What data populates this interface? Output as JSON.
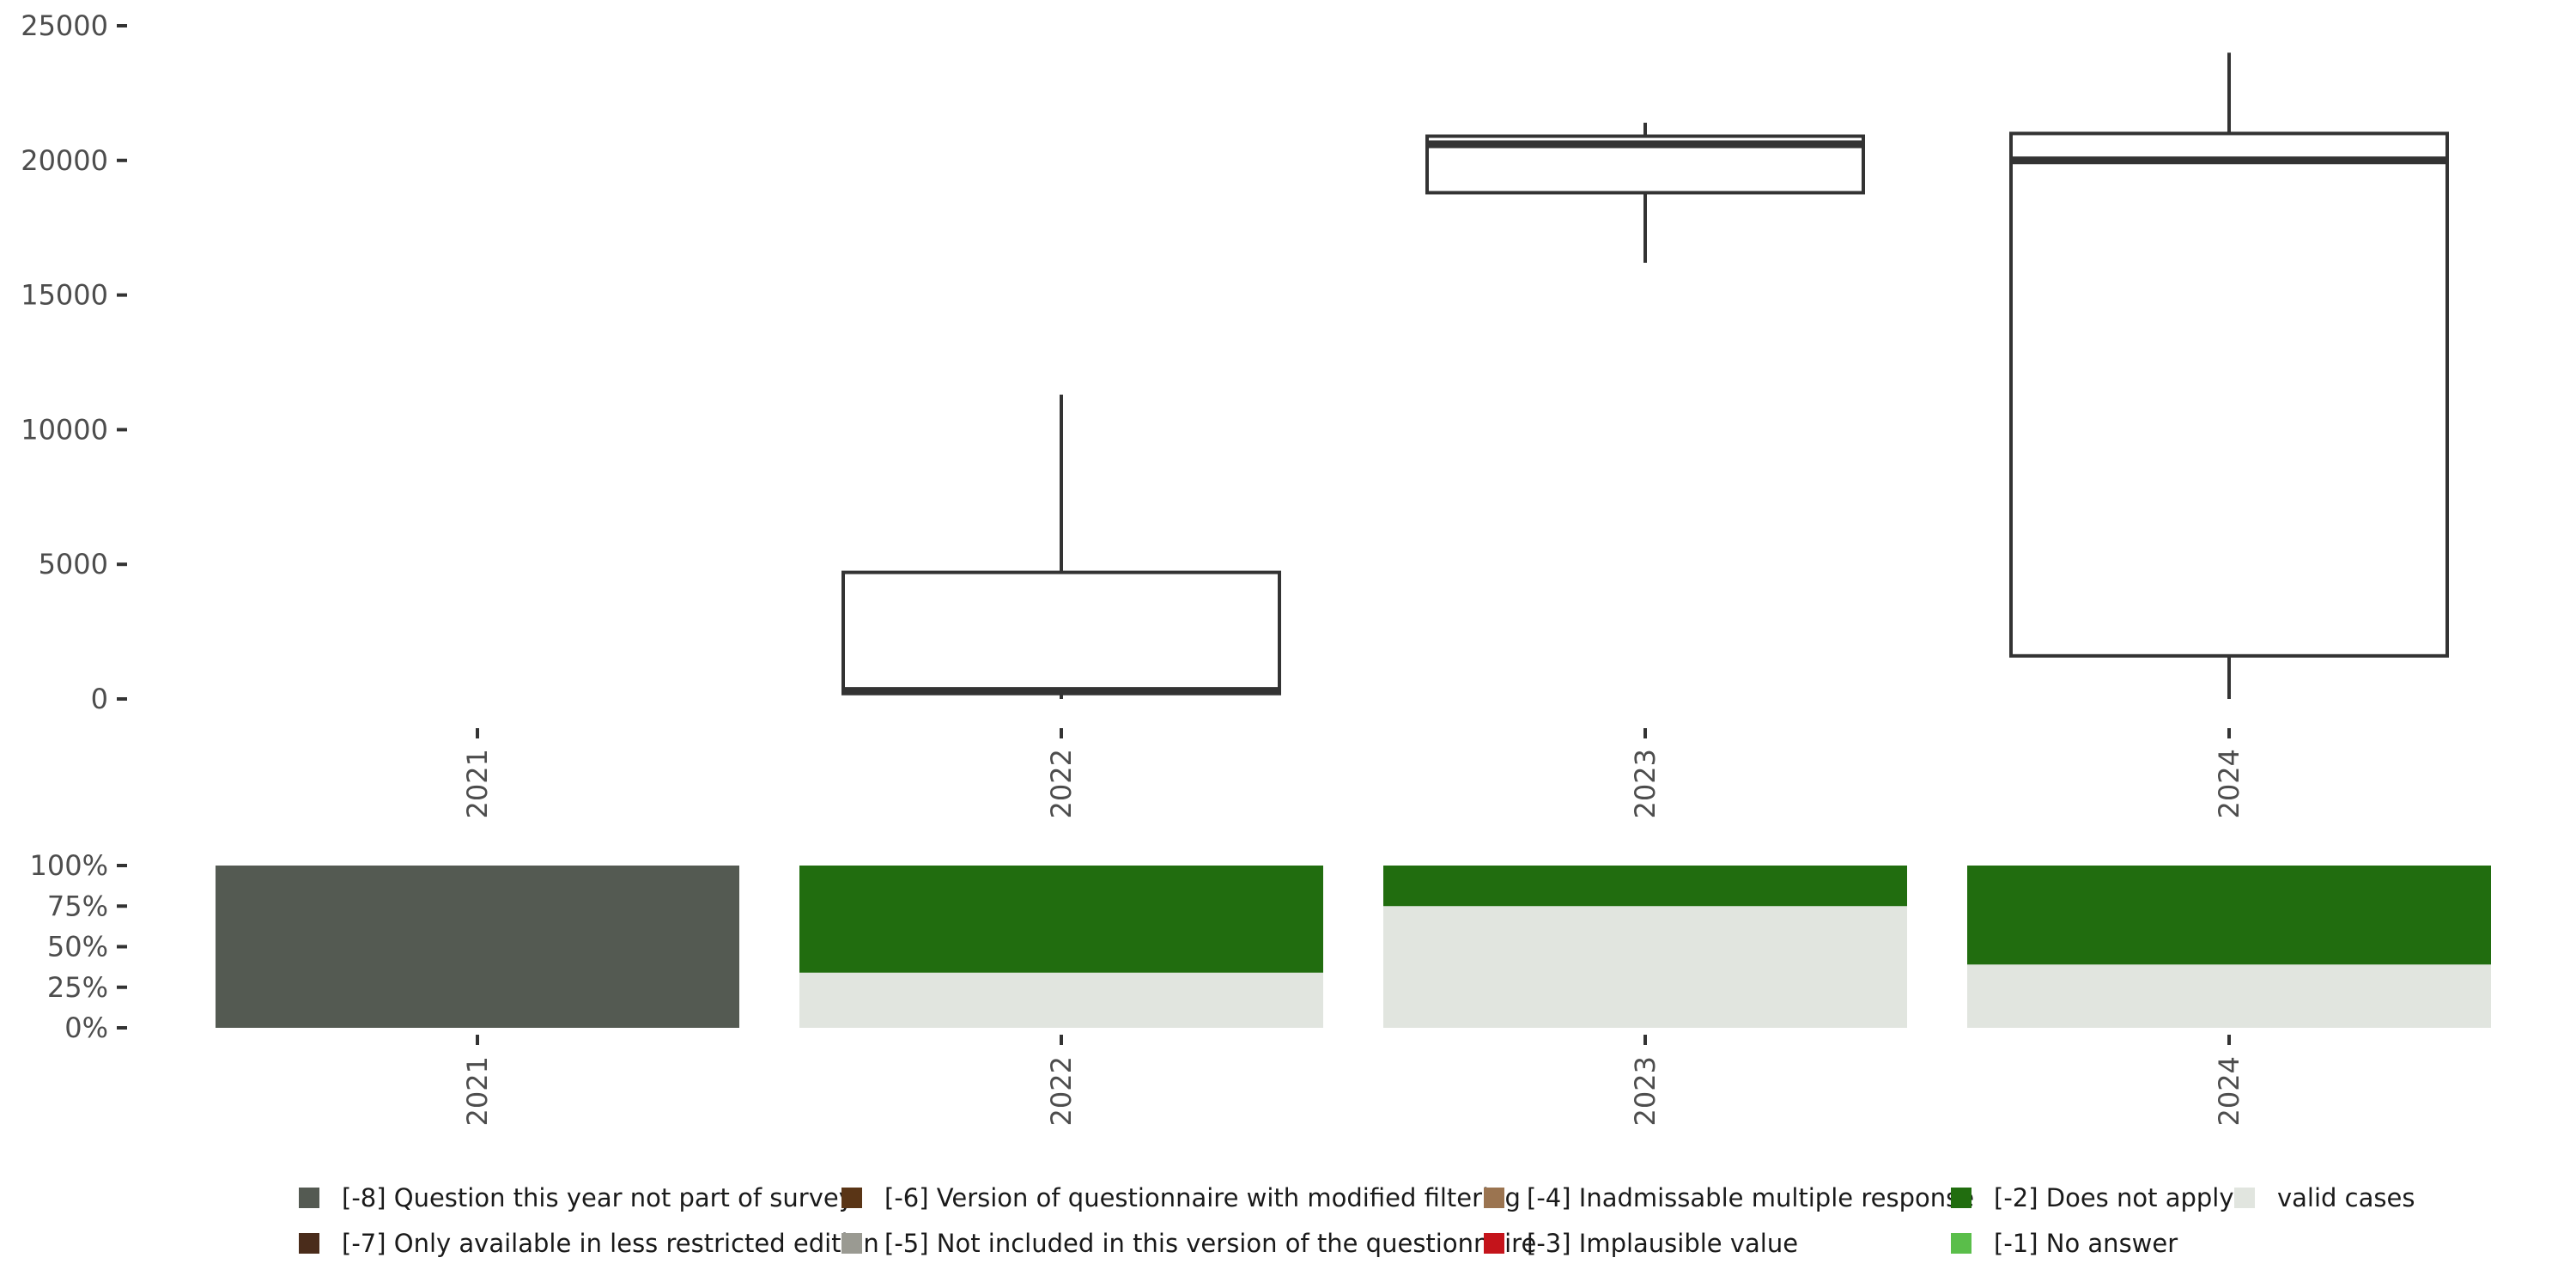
{
  "chart_data": [
    {
      "type": "box",
      "categories": [
        "2021",
        "2022",
        "2023",
        "2024"
      ],
      "ylim": [
        0,
        25000
      ],
      "yticks": [
        0,
        5000,
        10000,
        15000,
        20000,
        25000
      ],
      "ytick_labels": [
        "0",
        "5000",
        "10000",
        "15000",
        "20000",
        "25000"
      ],
      "boxes": [
        null,
        {
          "whisker_low": 0,
          "q1": 200,
          "median": 300,
          "q3": 4700,
          "whisker_high": 11300
        },
        {
          "whisker_low": 16200,
          "q1": 18800,
          "median": 20600,
          "q3": 20900,
          "whisker_high": 21400
        },
        {
          "whisker_low": 0,
          "q1": 1600,
          "median": 20000,
          "q3": 21000,
          "whisker_high": 24000
        }
      ],
      "title": "",
      "xlabel": "",
      "ylabel": ""
    },
    {
      "type": "bar",
      "stacked": true,
      "categories": [
        "2021",
        "2022",
        "2023",
        "2024"
      ],
      "ylim": [
        0,
        100
      ],
      "yticks": [
        0,
        25,
        50,
        75,
        100
      ],
      "ytick_labels": [
        "0%",
        "25%",
        "50%",
        "75%",
        "100%"
      ],
      "series": [
        {
          "name": "[-8] Question this year not part of survey",
          "color": "#545a52",
          "values": [
            100,
            0,
            0,
            0
          ]
        },
        {
          "name": "[-2] Does not apply",
          "color": "#216d0f",
          "values": [
            0,
            66,
            25,
            61
          ]
        },
        {
          "name": "valid cases",
          "color": "#e1e5df",
          "values": [
            0,
            34,
            75,
            39
          ]
        }
      ],
      "title": "",
      "xlabel": "",
      "ylabel": ""
    }
  ],
  "legend": {
    "placement": "bottom",
    "items": [
      {
        "label": "[-8] Question this year not part of survey",
        "color": "#545a52"
      },
      {
        "label": "[-7] Only available in less restricted edition",
        "color": "#4a2c1b"
      },
      {
        "label": "[-6] Version of questionnaire with modified filtering",
        "color": "#5a3516"
      },
      {
        "label": "[-5] Not included in this version of the questionnaire",
        "color": "#9a9a92"
      },
      {
        "label": "[-4] Inadmissable multiple response",
        "color": "#9b7450"
      },
      {
        "label": "[-3] Implausible value",
        "color": "#c4141b"
      },
      {
        "label": "[-2] Does not apply",
        "color": "#216d0f"
      },
      {
        "label": "[-1] No answer",
        "color": "#5abe4a"
      },
      {
        "label": "valid cases",
        "color": "#e1e5df"
      }
    ]
  }
}
